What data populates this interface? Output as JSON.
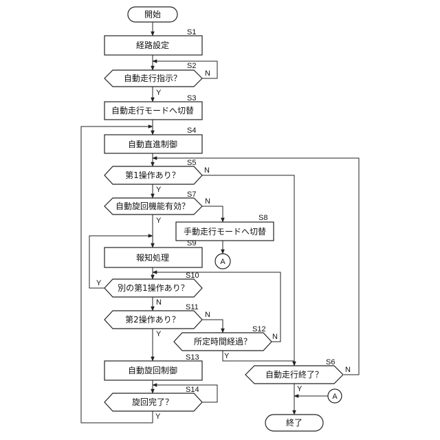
{
  "nodes": {
    "start": "開始",
    "s1": "経路設定",
    "s2": "自動走行指示？",
    "s3": "自動走行モードへ切替",
    "s4": "自動直進制御",
    "s5": "第1操作あり？",
    "s7": "自動旋回機能有効？",
    "s8": "手動走行モードへ切替",
    "s9": "報知処理",
    "s10": "別の第1操作あり？",
    "s11": "第2操作あり？",
    "s12": "所定時間経過？",
    "s13": "自動旋回制御",
    "s14": "旋回完了？",
    "s6": "自動走行終了？",
    "end": "終了"
  },
  "step_labels": {
    "s1": "S1",
    "s2": "S2",
    "s3": "S3",
    "s4": "S4",
    "s5": "S5",
    "s7": "S7",
    "s8": "S8",
    "s9": "S9",
    "s10": "S10",
    "s11": "S11",
    "s12": "S12",
    "s13": "S13",
    "s14": "S14",
    "s6": "S6"
  },
  "branch": {
    "yes": "Y",
    "no": "N"
  },
  "connector": "A"
}
